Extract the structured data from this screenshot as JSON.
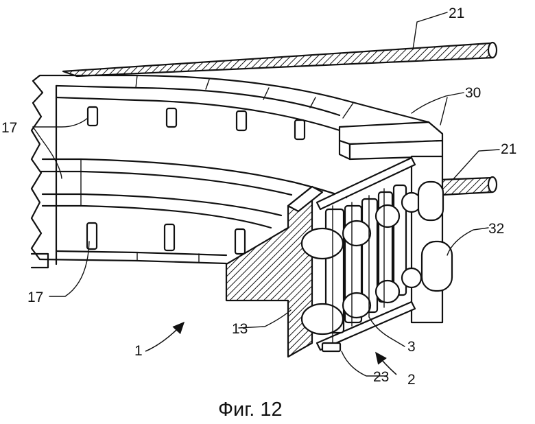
{
  "labels": {
    "l21_top": "21",
    "l30": "30",
    "l21_mid": "21",
    "l17_top": "17",
    "l32": "32",
    "l17_bottom": "17",
    "l13": "13",
    "l3": "3",
    "l1": "1",
    "l23": "23",
    "l2": "2"
  },
  "caption": "Фиг. 12"
}
